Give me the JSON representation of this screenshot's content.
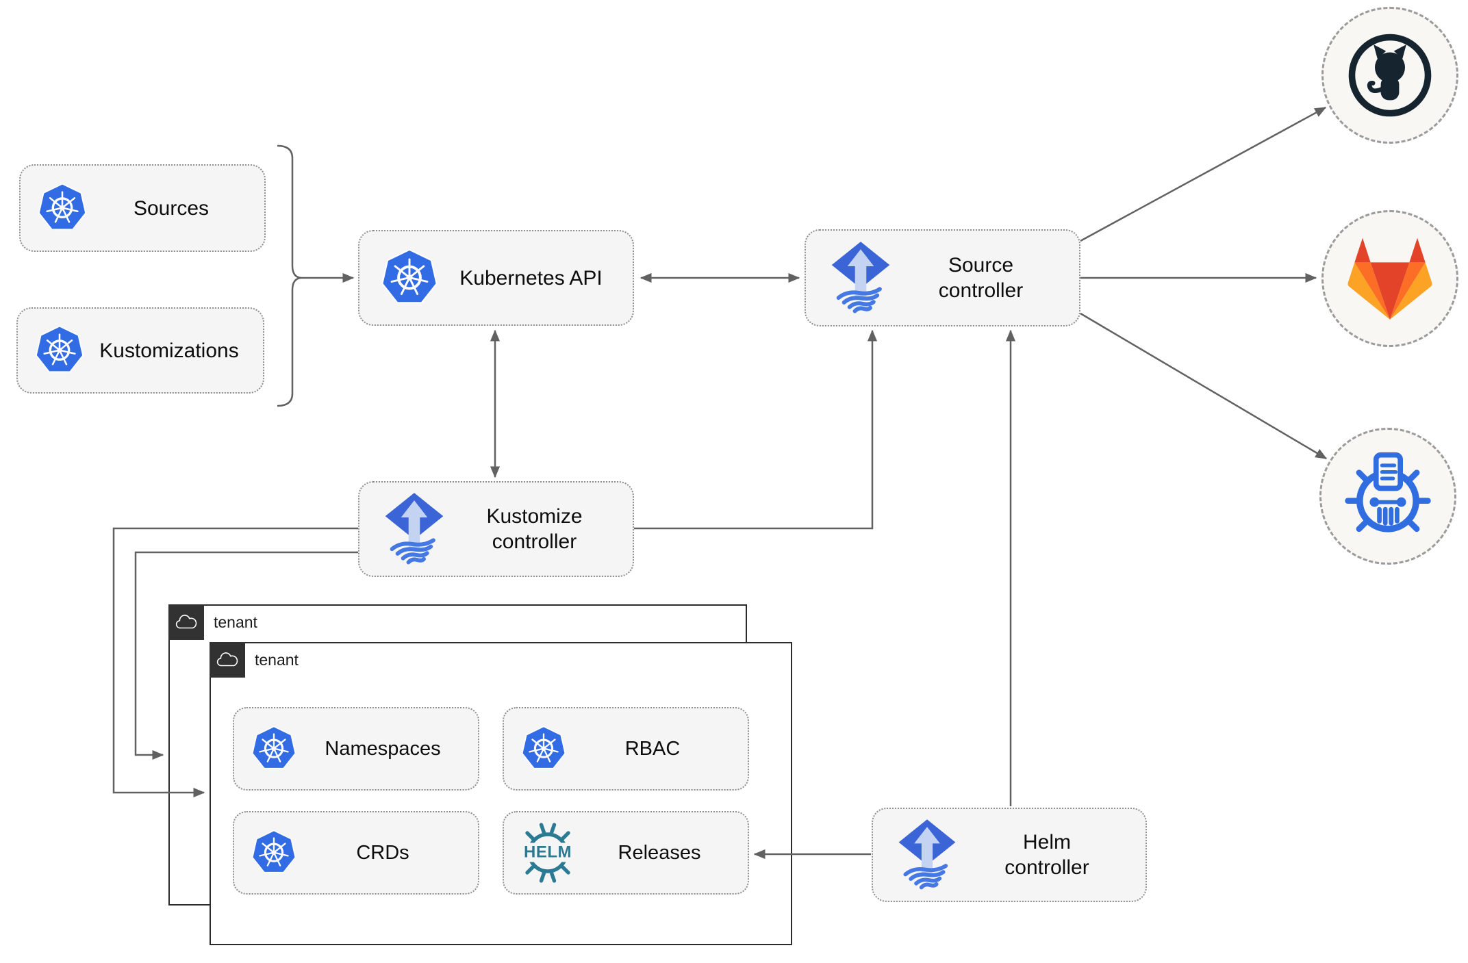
{
  "nodes": {
    "sources": {
      "label": "Sources"
    },
    "kustomizations": {
      "label": "Kustomizations"
    },
    "kubernetes_api": {
      "label": "Kubernetes API"
    },
    "source_controller": {
      "line1": "Source",
      "line2": "controller"
    },
    "kustomize_controller": {
      "line1": "Kustomize",
      "line2": "controller"
    },
    "helm_controller": {
      "line1": "Helm",
      "line2": "controller"
    },
    "namespaces": {
      "label": "Namespaces"
    },
    "rbac": {
      "label": "RBAC"
    },
    "crds": {
      "label": "CRDs"
    },
    "releases": {
      "label": "Releases"
    }
  },
  "tenants": {
    "outer": {
      "label": "tenant"
    },
    "inner": {
      "label": "tenant"
    }
  },
  "helm_logo": {
    "text": "HELM"
  },
  "endpoints": [
    {
      "name": "github",
      "icon": "github-icon"
    },
    {
      "name": "gitlab",
      "icon": "gitlab-icon"
    },
    {
      "name": "helm-repository",
      "icon": "chartmuseum-icon"
    }
  ],
  "colors": {
    "kubernetes_blue": "#326ce5",
    "flux_blue": "#3b64d7",
    "flux_stripe": "#4678e3",
    "flux_arrow": "#c4d3f2",
    "helm_teal": "#2b7a94",
    "github_dark": "#16242f",
    "gitlab_red": "#e24329",
    "gitlab_orange": "#fc6d26",
    "gitlab_amber": "#fca326",
    "chartmuseum_blue": "#2f6de0",
    "connector_gray": "#616161",
    "tenant_tab": "#323232",
    "node_fill": "#f5f5f5"
  }
}
